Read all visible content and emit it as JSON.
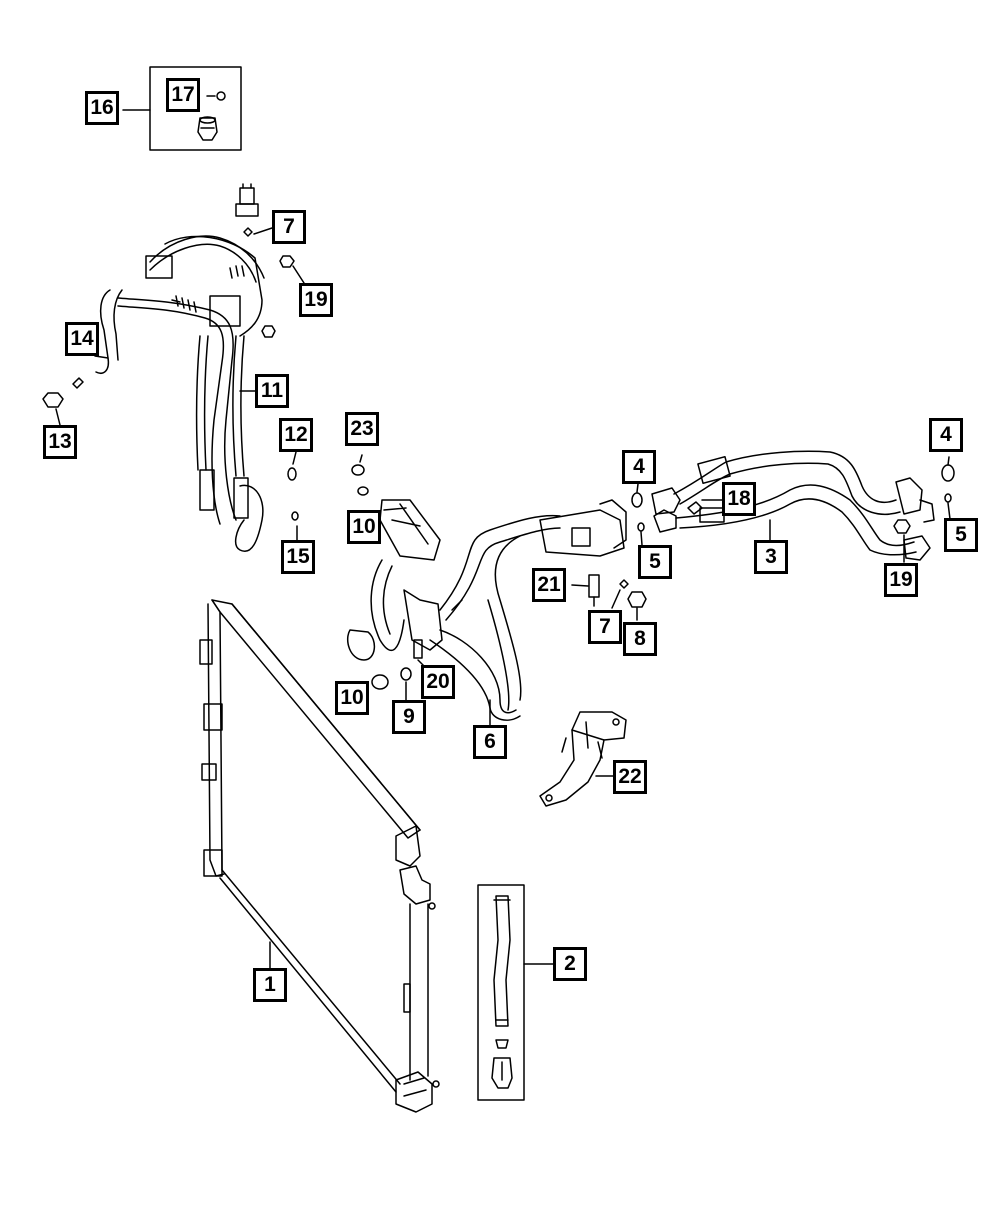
{
  "diagram": {
    "line_color": "#000000",
    "background": "#ffffff",
    "callouts": [
      {
        "id": "c16",
        "label": "16"
      },
      {
        "id": "c17",
        "label": "17"
      },
      {
        "id": "c7a",
        "label": "7"
      },
      {
        "id": "c19a",
        "label": "19"
      },
      {
        "id": "c14",
        "label": "14"
      },
      {
        "id": "c13",
        "label": "13"
      },
      {
        "id": "c11",
        "label": "11"
      },
      {
        "id": "c12",
        "label": "12"
      },
      {
        "id": "c15",
        "label": "15"
      },
      {
        "id": "c23",
        "label": "23"
      },
      {
        "id": "c10a",
        "label": "10"
      },
      {
        "id": "c10b",
        "label": "10"
      },
      {
        "id": "c9",
        "label": "9"
      },
      {
        "id": "c20",
        "label": "20"
      },
      {
        "id": "c6",
        "label": "6"
      },
      {
        "id": "c4a",
        "label": "4"
      },
      {
        "id": "c5a",
        "label": "5"
      },
      {
        "id": "c21",
        "label": "21"
      },
      {
        "id": "c7b",
        "label": "7"
      },
      {
        "id": "c8",
        "label": "8"
      },
      {
        "id": "c18",
        "label": "18"
      },
      {
        "id": "c3",
        "label": "3"
      },
      {
        "id": "c4b",
        "label": "4"
      },
      {
        "id": "c5b",
        "label": "5"
      },
      {
        "id": "c19b",
        "label": "19"
      },
      {
        "id": "c22",
        "label": "22"
      },
      {
        "id": "c1",
        "label": "1"
      },
      {
        "id": "c2",
        "label": "2"
      }
    ]
  }
}
